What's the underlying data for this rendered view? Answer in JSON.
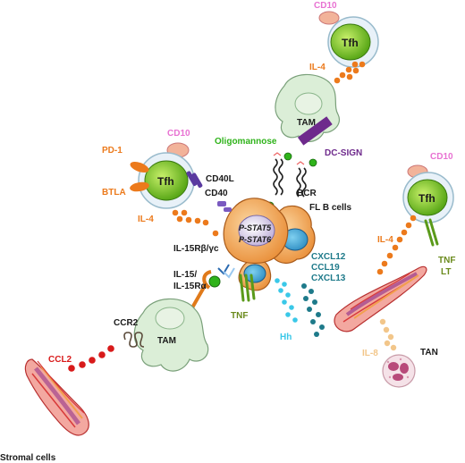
{
  "labels": {
    "cd10_top": "CD10",
    "tfh_top": "Tfh",
    "il4_top": "IL-4",
    "tam_top": "TAM",
    "oligomannose": "Oligomannose",
    "dc_sign": "DC-SIGN",
    "cd10_left": "CD10",
    "pd1": "PD-1",
    "btla": "BTLA",
    "tfh_left": "Tfh",
    "cd40l": "CD40L",
    "cd40": "CD40",
    "bcr": "BCR",
    "il4_left": "IL-4",
    "pstat5": "P-STAT5",
    "pstat6": "P-STAT6",
    "fl_b_cells": "FL B cells",
    "cd10_right": "CD10",
    "tfh_right": "Tfh",
    "il4_right": "IL-4",
    "tnf_right": "TNF",
    "lt_right": "LT",
    "il15r": "IL-15Rβ/γc",
    "il15_1": "IL-15/",
    "il15_2": "IL-15Rα",
    "cxcl12": "CXCL12",
    "cxcl19": "CCL19",
    "cxcl13": "CXCL13",
    "tnf_mid": "TNF",
    "hh": "Hh",
    "tam_bottom": "TAM",
    "ccr2": "CCR2",
    "ccl2": "CCL2",
    "il8": "IL-8",
    "tan": "TAN",
    "stromal": "Stromal cells"
  },
  "colors": {
    "cd10": "#e872d2",
    "il4": "#ec7a1c",
    "oligomannose": "#2fb31a",
    "dc_sign": "#6e2a8c",
    "pd1": "#ec7a1c",
    "cxcl": "#1e7a8a",
    "tnf": "#6a8a1c",
    "hh": "#3ac8e8",
    "ccl2": "#d81a1a",
    "il8": "#f2c68a",
    "tam_cell": "#dbeed7",
    "tfh_nucleus": "#7ec81e",
    "fl_b_cell": "#f2a04e",
    "stromal": "#c83a3a"
  },
  "icons": [
    "tfh-cell-icon",
    "tam-cell-icon",
    "fl-b-cell-icon",
    "stromal-cell-icon",
    "tan-cell-icon",
    "receptor-icon"
  ]
}
